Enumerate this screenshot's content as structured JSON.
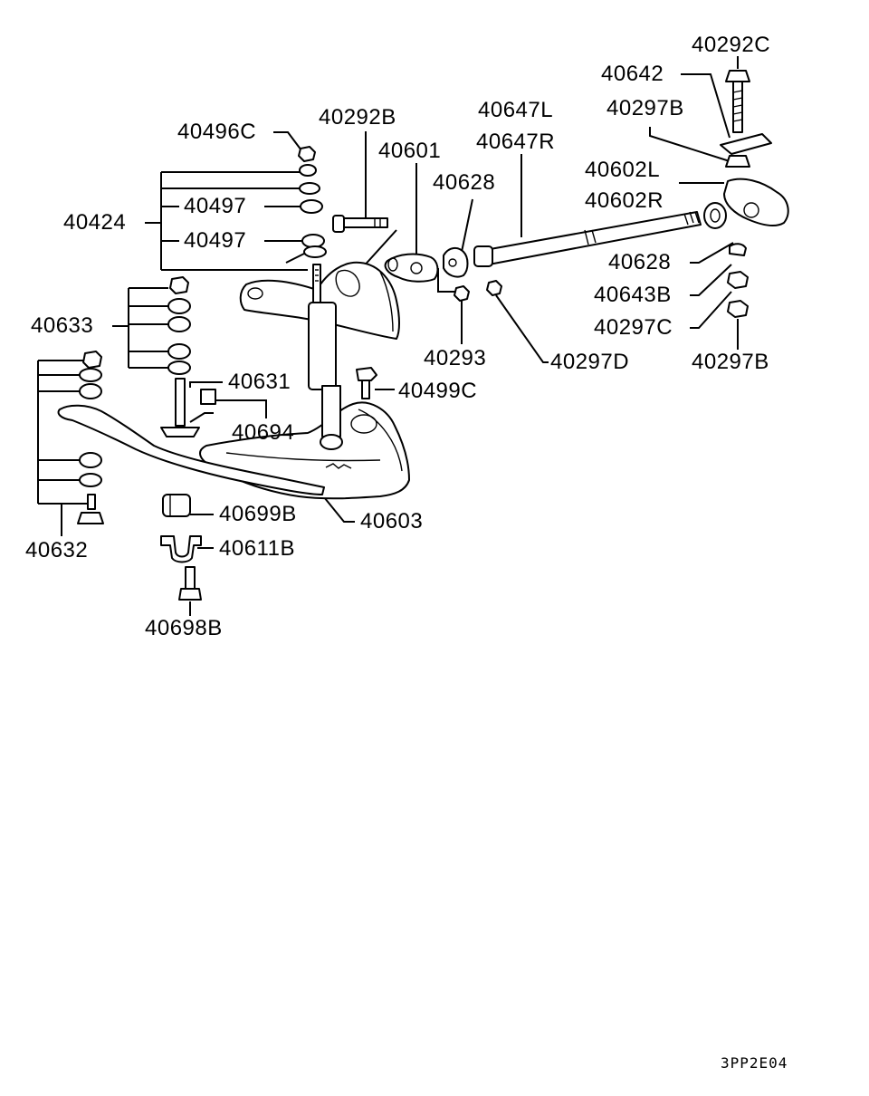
{
  "diagram": {
    "labels": {
      "p40292C": "40292C",
      "p40642": "40642",
      "p40297B_top": "40297B",
      "p40647L": "40647L",
      "p40647R": "40647R",
      "p40292B": "40292B",
      "p40496C": "40496C",
      "p40601": "40601",
      "p40628_top": "40628",
      "p40602L": "40602L",
      "p40602R": "40602R",
      "p40497_a": "40497",
      "p40424": "40424",
      "p40497_b": "40497",
      "p40628_right": "40628",
      "p40643B": "40643B",
      "p40633": "40633",
      "p40297C": "40297C",
      "p40293": "40293",
      "p40297D": "40297D",
      "p40297B_right": "40297B",
      "p40631": "40631",
      "p40499C": "40499C",
      "p40694": "40694",
      "p40699B": "40699B",
      "p40603": "40603",
      "p40611B": "40611B",
      "p40632": "40632",
      "p40698B": "40698B"
    },
    "figure_code": "3PP2E04"
  }
}
